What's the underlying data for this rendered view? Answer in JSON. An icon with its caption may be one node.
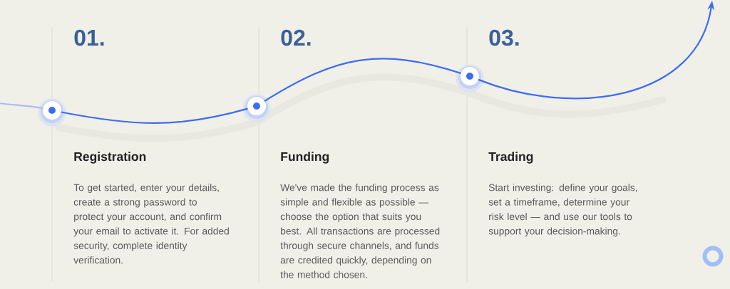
{
  "diagram": {
    "nodes": [
      {
        "text": [],
        "shape": "circle",
        "beside": [
          "01.",
          "Registration",
          "To get started, enter your details, create a strong password to protect your account, and confirm your email to activate it. For added security, complete identity verification."
        ]
      },
      {
        "text": [],
        "shape": "circle",
        "beside": [
          "02.",
          "Funding",
          "We've made the funding process as simple and flexible as possible — choose the option that suits you best. All transactions are processed through secure channels, and funds are credited quickly, depending on the method chosen."
        ]
      },
      {
        "text": [],
        "shape": "circle",
        "beside": [
          "03.",
          "Trading",
          "Start investing: define your goals, set a timeframe, determine your risk level — and use our tools to support your decision-making."
        ]
      }
    ],
    "edges": [
      {
        "from": null,
        "to": 0,
        "arrow": "none",
        "color": "#a9bdf0"
      },
      {
        "from": 0,
        "to": 1,
        "arrow": "none"
      },
      {
        "from": 1,
        "to": 2,
        "arrow": "none"
      },
      {
        "from": 2,
        "to": null,
        "arrow": "to"
      }
    ]
  }
}
